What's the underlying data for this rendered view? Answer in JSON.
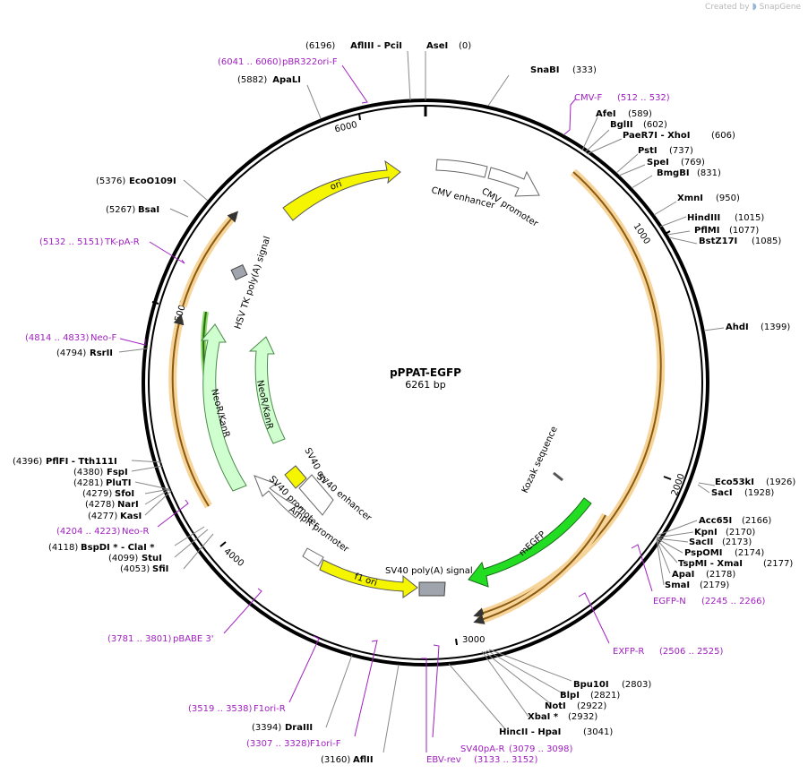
{
  "watermark": {
    "created_by": "Created by",
    "brand": "SnapGene"
  },
  "plasmid": {
    "name": "pPPAT-EGFP",
    "length_label": "6261 bp",
    "total_bp": 6261
  },
  "colors": {
    "backbone": "#000000",
    "site_label": "#000000",
    "primer": "#a020c0",
    "ori": "#f5f500",
    "neo": "#cfffcf",
    "egfp": "#22dd22",
    "orf": "#f0b860",
    "polyA": "#a0a4ac",
    "promoter": "#ffffff"
  },
  "tick_labels": [
    {
      "bp": 1000,
      "text": "1000"
    },
    {
      "bp": 2000,
      "text": "2000"
    },
    {
      "bp": 3000,
      "text": "3000"
    },
    {
      "bp": 4000,
      "text": "4000"
    },
    {
      "bp": 5000,
      "text": "5000"
    },
    {
      "bp": 6000,
      "text": "6000"
    }
  ],
  "sites": [
    {
      "name": "AseI",
      "pos": "(0)"
    },
    {
      "name": "AflIII - PciI",
      "pos": "(6196)"
    },
    {
      "name": "ApaLI",
      "pos": "(5882)"
    },
    {
      "name": "SnaBI",
      "pos": "(333)"
    },
    {
      "name": "AfeI",
      "pos": "(589)"
    },
    {
      "name": "BglII",
      "pos": "(602)"
    },
    {
      "name": "PaeR7I - XhoI",
      "pos": "(606)"
    },
    {
      "name": "PstI",
      "pos": "(737)"
    },
    {
      "name": "SpeI",
      "pos": "(769)"
    },
    {
      "name": "BmgBI",
      "pos": "(831)"
    },
    {
      "name": "XmnI",
      "pos": "(950)"
    },
    {
      "name": "HindIII",
      "pos": "(1015)"
    },
    {
      "name": "PflMI",
      "pos": "(1077)"
    },
    {
      "name": "BstZ17I",
      "pos": "(1085)"
    },
    {
      "name": "AhdI",
      "pos": "(1399)"
    },
    {
      "name": "Eco53kI",
      "pos": "(1926)"
    },
    {
      "name": "SacI",
      "pos": "(1928)"
    },
    {
      "name": "Acc65I",
      "pos": "(2166)"
    },
    {
      "name": "KpnI",
      "pos": "(2170)"
    },
    {
      "name": "SacII",
      "pos": "(2173)"
    },
    {
      "name": "PspOMI",
      "pos": "(2174)"
    },
    {
      "name": "TspMI - XmaI",
      "pos": "(2177)"
    },
    {
      "name": "ApaI",
      "pos": "(2178)"
    },
    {
      "name": "SmaI",
      "pos": "(2179)"
    },
    {
      "name": "Bpu10I",
      "pos": "(2803)"
    },
    {
      "name": "BlpI",
      "pos": "(2821)"
    },
    {
      "name": "NotI",
      "pos": "(2922)"
    },
    {
      "name": "XbaI *",
      "pos": "(2932)"
    },
    {
      "name": "HincII - HpaI",
      "pos": "(3041)"
    },
    {
      "name": "AflII",
      "pos": "(3160)"
    },
    {
      "name": "DraIII",
      "pos": "(3394)"
    },
    {
      "name": "SfiI",
      "pos": "(4053)"
    },
    {
      "name": "StuI",
      "pos": "(4099)"
    },
    {
      "name": "BspDI * - ClaI *",
      "pos": "(4118)"
    },
    {
      "name": "KasI",
      "pos": "(4277)"
    },
    {
      "name": "NarI",
      "pos": "(4278)"
    },
    {
      "name": "SfoI",
      "pos": "(4279)"
    },
    {
      "name": "PluTI",
      "pos": "(4281)"
    },
    {
      "name": "FspI",
      "pos": "(4380)"
    },
    {
      "name": "PflFI - Tth111I",
      "pos": "(4396)"
    },
    {
      "name": "RsrII",
      "pos": "(4794)"
    },
    {
      "name": "BsaI",
      "pos": "(5267)"
    },
    {
      "name": "EcoO109I",
      "pos": "(5376)"
    }
  ],
  "primers": [
    {
      "name": "pBR322ori-F",
      "range": "(6041 .. 6060)"
    },
    {
      "name": "CMV-F",
      "range": "(512 .. 532)"
    },
    {
      "name": "EGFP-N",
      "range": "(2245 .. 2266)"
    },
    {
      "name": "EXFP-R",
      "range": "(2506 .. 2525)"
    },
    {
      "name": "SV40pA-R",
      "range": "(3079 .. 3098)"
    },
    {
      "name": "EBV-rev",
      "range": "(3133 .. 3152)"
    },
    {
      "name": "F1ori-F",
      "range": "(3307 .. 3328)"
    },
    {
      "name": "F1ori-R",
      "range": "(3519 .. 3538)"
    },
    {
      "name": "pBABE 3'",
      "range": "(3781 .. 3801)"
    },
    {
      "name": "Neo-R",
      "range": "(4204 .. 4223)"
    },
    {
      "name": "Neo-F",
      "range": "(4814 .. 4833)"
    },
    {
      "name": "TK-pA-R",
      "range": "(5132 .. 5151)"
    }
  ],
  "features": [
    {
      "name": "ori",
      "type": "rep_origin"
    },
    {
      "name": "CMV enhancer",
      "type": "enhancer"
    },
    {
      "name": "CMV promoter",
      "type": "promoter"
    },
    {
      "name": "HSV TK poly(A) signal",
      "type": "polyA"
    },
    {
      "name": "NeoR/KanR",
      "type": "cds_outer"
    },
    {
      "name": "NeoR/KanR",
      "type": "cds_inner"
    },
    {
      "name": "SV40 ori",
      "type": "rep_origin"
    },
    {
      "name": "SV40 enhancer",
      "type": "enhancer"
    },
    {
      "name": "SV40 promoter",
      "type": "promoter"
    },
    {
      "name": "AmpR promoter",
      "type": "promoter"
    },
    {
      "name": "f1 ori",
      "type": "rep_origin"
    },
    {
      "name": "SV40 poly(A) signal",
      "type": "polyA"
    },
    {
      "name": "mEGFP",
      "type": "cds"
    },
    {
      "name": "Kozak sequence",
      "type": "misc"
    }
  ]
}
